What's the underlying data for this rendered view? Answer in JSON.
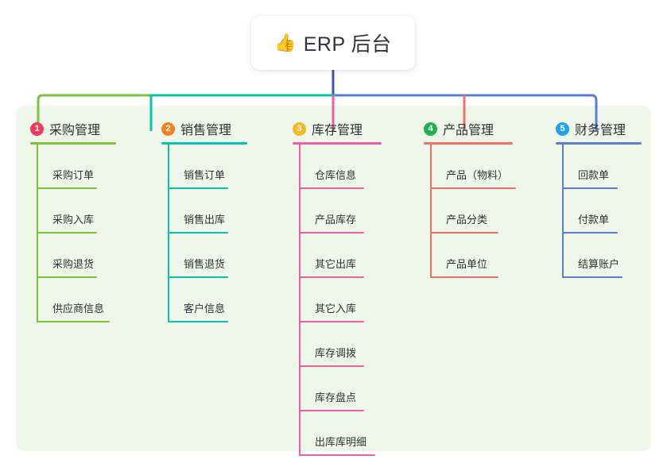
{
  "root": {
    "icon": "thumbs-up-icon",
    "emoji": "👍",
    "title": "ERP 后台"
  },
  "colors": {
    "panel_bg": "#eef7e9",
    "text": "#2f3236",
    "purchase": "#7cc13f",
    "sales": "#0fc0ae",
    "inventory": "#ec5fa0",
    "product": "#f0716a",
    "finance": "#5b7ed0",
    "root_stem": "#4054b2",
    "badge_1": "#ef3b5b",
    "badge_2": "#f58220",
    "badge_3": "#f5b921",
    "badge_4": "#21b04b",
    "badge_5": "#22a2e8"
  },
  "columns": [
    {
      "index": "1",
      "name": "purchase",
      "title": "采购管理",
      "badge_color": "#ef3b5b",
      "line_color": "#7cc13f",
      "items": [
        {
          "label": "采购订单",
          "rule_width": 76
        },
        {
          "label": "采购入库",
          "rule_width": 76
        },
        {
          "label": "采购退货",
          "rule_width": 76
        },
        {
          "label": "供应商信息",
          "rule_width": 92
        }
      ]
    },
    {
      "index": "2",
      "name": "sales",
      "title": "销售管理",
      "badge_color": "#f58220",
      "line_color": "#0fc0ae",
      "items": [
        {
          "label": "销售订单",
          "rule_width": 76
        },
        {
          "label": "销售出库",
          "rule_width": 76
        },
        {
          "label": "销售退货",
          "rule_width": 76
        },
        {
          "label": "客户信息",
          "rule_width": 76
        }
      ]
    },
    {
      "index": "3",
      "name": "inventory",
      "title": "库存管理",
      "badge_color": "#f5b921",
      "line_color": "#ec5fa0",
      "items": [
        {
          "label": "仓库信息",
          "rule_width": 82
        },
        {
          "label": "产品库存",
          "rule_width": 82
        },
        {
          "label": "其它出库",
          "rule_width": 82
        },
        {
          "label": "其它入库",
          "rule_width": 82
        },
        {
          "label": "库存调拨",
          "rule_width": 82
        },
        {
          "label": "库存盘点",
          "rule_width": 82
        },
        {
          "label": "出库库明细",
          "rule_width": 96
        }
      ]
    },
    {
      "index": "4",
      "name": "product",
      "title": "产品管理",
      "badge_color": "#21b04b",
      "line_color": "#f0716a",
      "items": [
        {
          "label": "产品（物料）",
          "rule_width": 108
        },
        {
          "label": "产品分类",
          "rule_width": 86
        },
        {
          "label": "产品单位",
          "rule_width": 86
        }
      ]
    },
    {
      "index": "5",
      "name": "finance",
      "title": "财务管理",
      "badge_color": "#22a2e8",
      "line_color": "#5b7ed0",
      "items": [
        {
          "label": "回款单",
          "rule_width": 70
        },
        {
          "label": "付款单",
          "rule_width": 70
        },
        {
          "label": "结算账户",
          "rule_width": 76
        }
      ]
    }
  ]
}
